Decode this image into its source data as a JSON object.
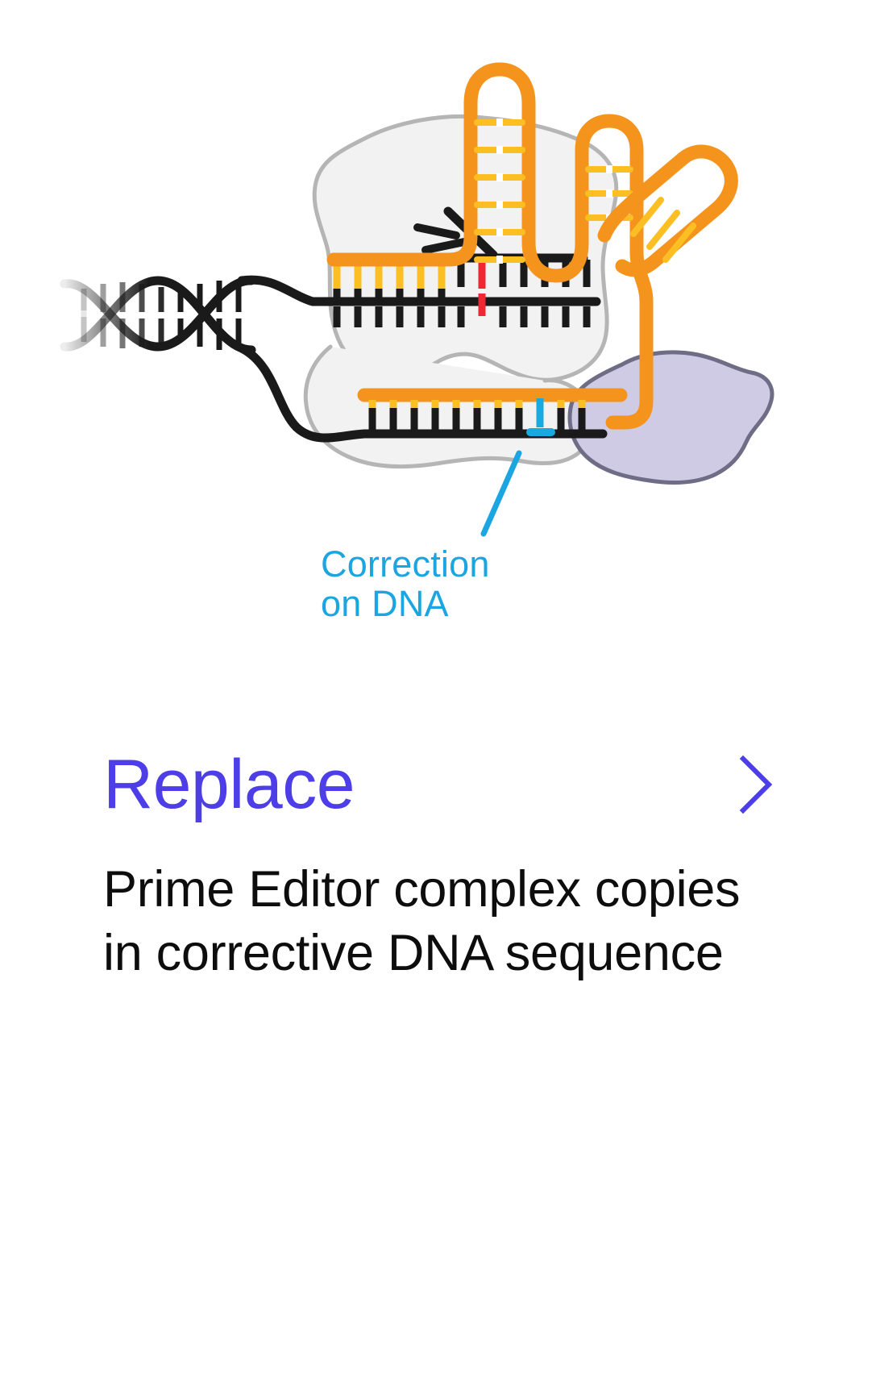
{
  "card": {
    "title": "Replace",
    "title_color": "#4d3ee8",
    "chevron_icon": "chevron-right-icon",
    "caption": "Prime Editor complex copies in corrective DNA sequence"
  },
  "illustration": {
    "name": "prime-editor-complex-diagram",
    "annotation": {
      "label": "Correction\non DNA",
      "color": "#1ba6e2",
      "leader_line": "diagonal-leader-line"
    },
    "elements": {
      "dna_double_helix": "dna-double-helix",
      "protein_blob": "cas9-protein-body",
      "reverse_transcriptase_blob": "reverse-transcriptase-domain",
      "guide_rna": "pegrna-strand",
      "rna_hairpin_1": "rna-hairpin-tall",
      "rna_hairpin_2": "rna-hairpin-short",
      "rna_hairpin_3": "rna-hairpin-diagonal",
      "flap": "displaced-dna-flap",
      "mismatch_base": "mismatch-base-pair",
      "corrected_base": "corrected-base-pair"
    },
    "colors": {
      "rna_orange": "#f5941d",
      "rna_rung_yellow": "#fbbf24",
      "dna_black": "#1a1a1a",
      "mismatch_red": "#ee2733",
      "correction_cyan": "#17a9e0",
      "protein_fill": "#f2f2f2",
      "protein_stroke": "#b5b5b5",
      "rt_fill": "#cfcbe4",
      "rt_stroke": "#6f6d86"
    }
  }
}
